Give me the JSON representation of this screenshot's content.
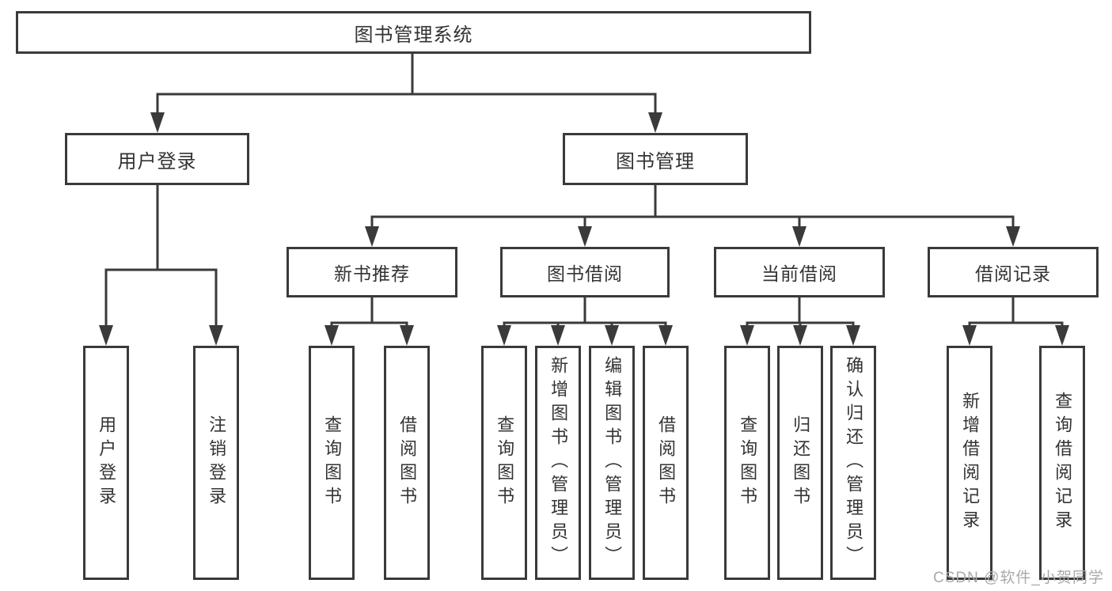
{
  "diagram": {
    "type": "tree",
    "root": {
      "label": "图书管理系统"
    },
    "branches": [
      {
        "label": "用户登录",
        "children": [
          {
            "label": "用户登录"
          },
          {
            "label": "注销登录"
          }
        ]
      },
      {
        "label": "图书管理",
        "children": [
          {
            "label": "新书推荐",
            "children": [
              {
                "label": "查询图书"
              },
              {
                "label": "借阅图书"
              }
            ]
          },
          {
            "label": "图书借阅",
            "children": [
              {
                "label": "查询图书"
              },
              {
                "label": "新增图书（管理员）"
              },
              {
                "label": "编辑图书（管理员）"
              },
              {
                "label": "借阅图书"
              }
            ]
          },
          {
            "label": "当前借阅",
            "children": [
              {
                "label": "查询图书"
              },
              {
                "label": "归还图书"
              },
              {
                "label": "确认归还（管理员）"
              }
            ]
          },
          {
            "label": "借阅记录",
            "children": [
              {
                "label": "新增借阅记录"
              },
              {
                "label": "查询借阅记录"
              }
            ]
          }
        ]
      }
    ],
    "colors": {
      "line": "#3a3a3a",
      "box_border": "#3a3a3a",
      "text": "#333333",
      "background": "#ffffff",
      "watermark": "#a9a9a9"
    }
  },
  "watermark": {
    "label": "CSDN @软件_小贺同学"
  }
}
